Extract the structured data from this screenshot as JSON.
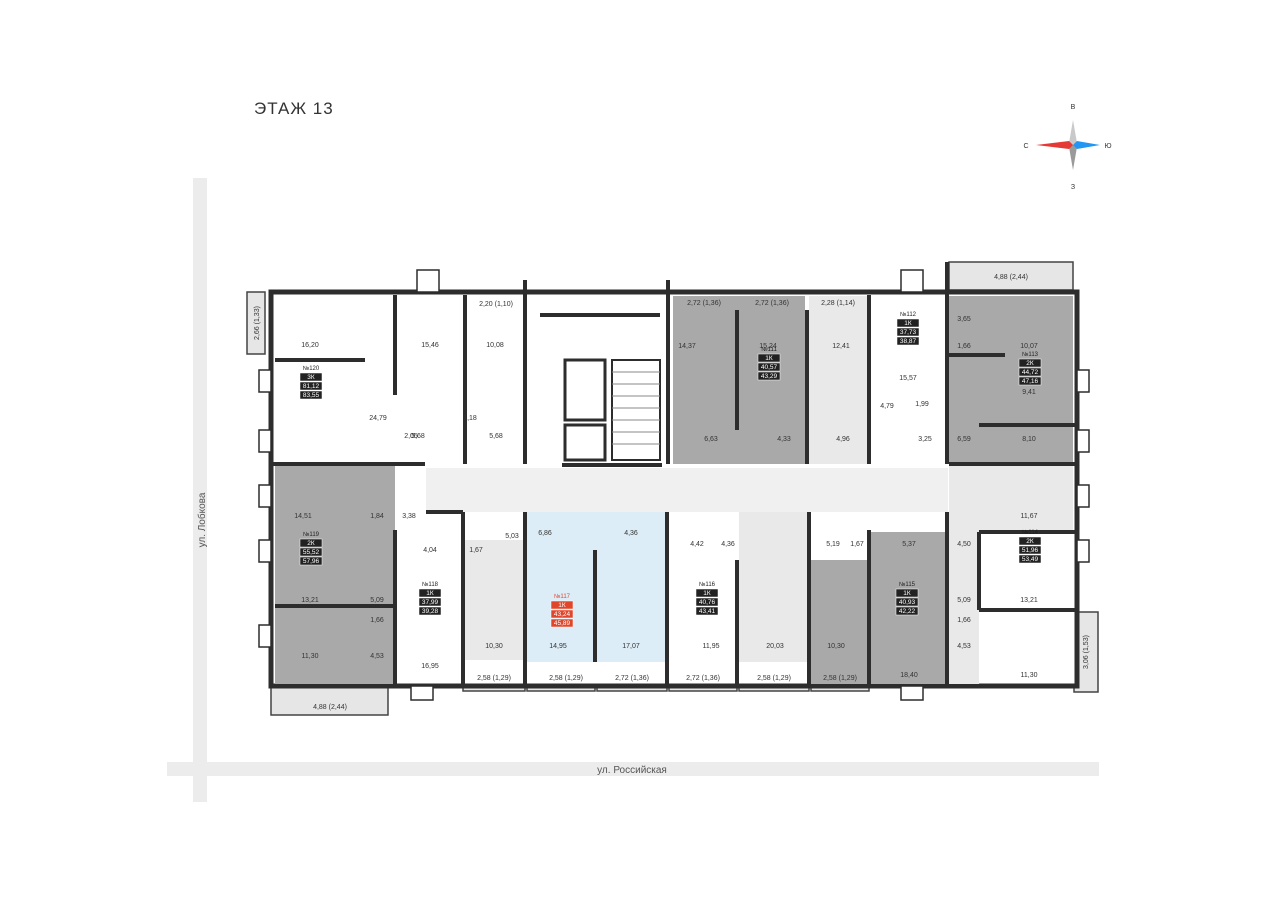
{
  "floor_title": "ЭТАЖ 13",
  "compass": {
    "north": "С",
    "south": "Ю",
    "east": "В",
    "west": "З"
  },
  "streets": {
    "left": "ул. Лобкова",
    "bottom": "ул. Российская"
  },
  "colors": {
    "highlight_fill": "#dcedf7",
    "highlight_badge": "#e0462c",
    "apartment_fill": "#a7a7a7",
    "corridor_fill": "#e8e8e8",
    "wall": "#2d2d2d"
  },
  "apartments": [
    {
      "id": "120",
      "num": "№120",
      "type": "3К",
      "area_1": "81,12",
      "area_2": "83,55"
    },
    {
      "id": "119",
      "num": "№119",
      "type": "2К",
      "area_1": "55,52",
      "area_2": "57,96"
    },
    {
      "id": "118",
      "num": "№118",
      "type": "1К",
      "area_1": "37,99",
      "area_2": "39,28"
    },
    {
      "id": "117",
      "num": "№117",
      "type": "1К",
      "area_1": "43,24",
      "area_2": "45,89",
      "highlighted": true
    },
    {
      "id": "116",
      "num": "№116",
      "type": "1К",
      "area_1": "40,76",
      "area_2": "43,41"
    },
    {
      "id": "115",
      "num": "№115",
      "type": "1К",
      "area_1": "40,93",
      "area_2": "42,22"
    },
    {
      "id": "114",
      "num": "№114",
      "type": "2К",
      "area_1": "51,96",
      "area_2": "53,49"
    },
    {
      "id": "113",
      "num": "№113",
      "type": "2К",
      "area_1": "44,72",
      "area_2": "47,16"
    },
    {
      "id": "112",
      "num": "№112",
      "type": "1К",
      "area_1": "37,73",
      "area_2": "38,87"
    },
    {
      "id": "111",
      "num": "№111",
      "type": "1К",
      "area_1": "40,57",
      "area_2": "43,29"
    }
  ],
  "room_areas": [
    "16,20",
    "15,46",
    "10,08",
    "24,79",
    "1,18",
    "5,68",
    "5,68",
    "2,05",
    "14,51",
    "1,84",
    "3,38",
    "13,21",
    "5,09",
    "1,66",
    "11,30",
    "4,53",
    "4,04",
    "1,67",
    "16,95",
    "5,03",
    "10,30",
    "6,86",
    "4,36",
    "14,95",
    "17,07",
    "4,42",
    "11,95",
    "4,36",
    "20,03",
    "5,19",
    "1,67",
    "5,37",
    "10,30",
    "18,40",
    "4,50",
    "11,67",
    "5,09",
    "1,66",
    "13,21",
    "4,53",
    "11,30",
    "14,37",
    "6,63",
    "15,24",
    "4,33",
    "4,96",
    "12,41",
    "4,79",
    "15,57",
    "1,99",
    "3,25",
    "6,59",
    "3,65",
    "1,66",
    "10,07",
    "9,41",
    "8,10"
  ],
  "balconies": {
    "top": [
      "2,20 (1,10)",
      "2,72 (1,36)",
      "2,72 (1,36)",
      "2,28 (1,14)",
      "4,88 (2,44)"
    ],
    "bottom": [
      "2,58 (1,29)",
      "2,58 (1,29)",
      "2,72 (1,36)",
      "2,72 (1,36)",
      "2,58 (1,29)",
      "2,58 (1,29)",
      "4,88 (2,44)"
    ],
    "side": [
      "2,66 (1,33)",
      "3,06 (1,53)"
    ]
  }
}
